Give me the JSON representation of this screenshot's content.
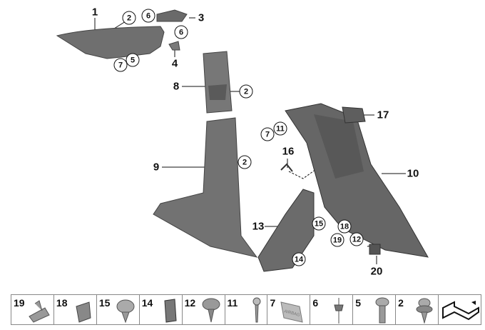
{
  "diagram": {
    "callouts": [
      "1",
      "2",
      "6",
      "3",
      "6",
      "4",
      "5",
      "7",
      "8",
      "2",
      "9",
      "2",
      "16",
      "11",
      "7",
      "17",
      "10",
      "13",
      "15",
      "18",
      "19",
      "12",
      "14",
      "20"
    ],
    "colors": {
      "part": "#6f6f6f",
      "part_dark": "#4a4a4a",
      "part_light": "#9a9a9a",
      "line": "#111111"
    }
  },
  "legend_strip": {
    "items": [
      "19",
      "18",
      "15",
      "14",
      "12",
      "11",
      "7",
      "6",
      "5",
      "2"
    ],
    "part_7_marking": "AIRBAG",
    "last_cell_icon": "arrow-symbol-icon"
  }
}
